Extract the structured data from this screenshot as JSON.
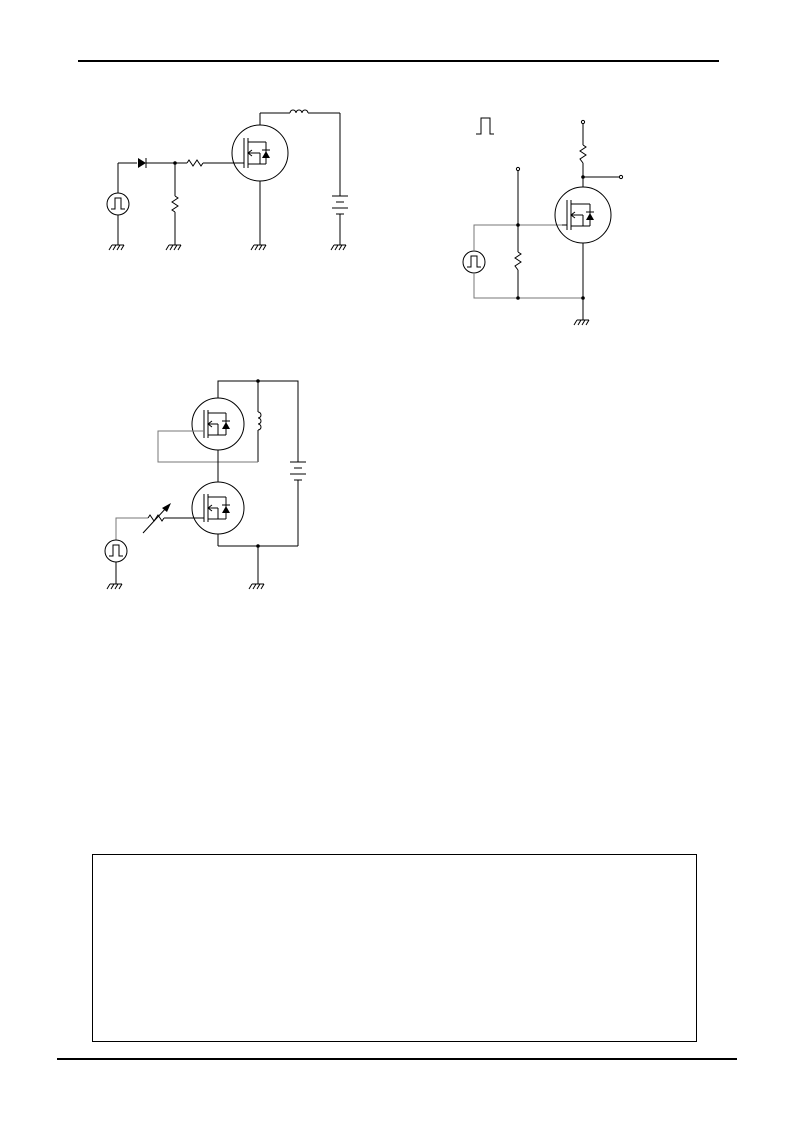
{
  "document": {
    "header_rule": "visible",
    "footer_rule": "visible",
    "notice_box_text": ""
  },
  "figures": [
    {
      "id": "circuit-1",
      "components": [
        "pulse-source",
        "diode",
        "resistor",
        "resistor",
        "n-mosfet",
        "inductor",
        "battery",
        "ground",
        "ground",
        "ground",
        "ground"
      ]
    },
    {
      "id": "circuit-2",
      "components": [
        "pulse-waveform-symbol",
        "pulse-source",
        "resistor",
        "resistor",
        "n-mosfet",
        "output-terminal",
        "ground"
      ]
    },
    {
      "id": "circuit-3",
      "components": [
        "pulse-source",
        "variable-resistor",
        "n-mosfet",
        "n-mosfet",
        "inductor",
        "battery",
        "ground",
        "ground"
      ]
    }
  ],
  "colors": {
    "line": "#000000",
    "gate_wire": "#777777",
    "background": "#ffffff"
  }
}
